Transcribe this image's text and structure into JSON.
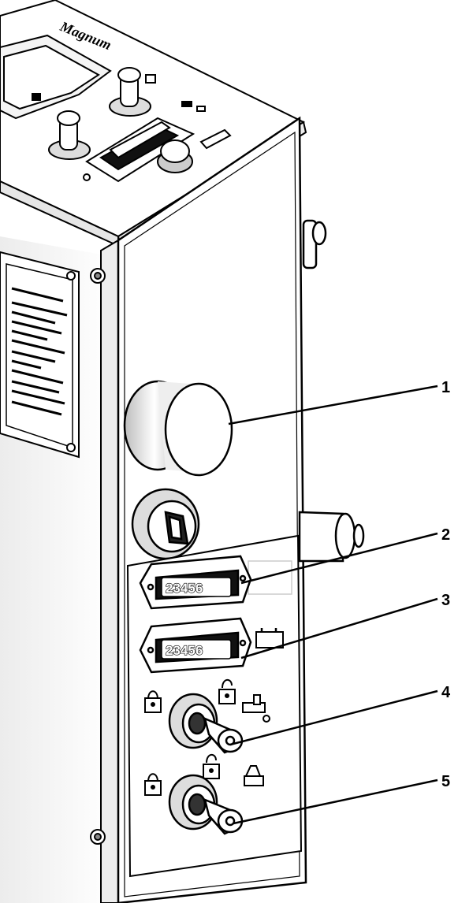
{
  "brand": "Magnum",
  "counters": [
    {
      "value": "23456"
    },
    {
      "value": "23456"
    }
  ],
  "callouts": [
    {
      "number": "1"
    },
    {
      "number": "2"
    },
    {
      "number": "3"
    },
    {
      "number": "4"
    },
    {
      "number": "5"
    }
  ],
  "colors": {
    "ink": "#000000",
    "paper": "#ffffff",
    "shade": "#d8d8d8"
  }
}
